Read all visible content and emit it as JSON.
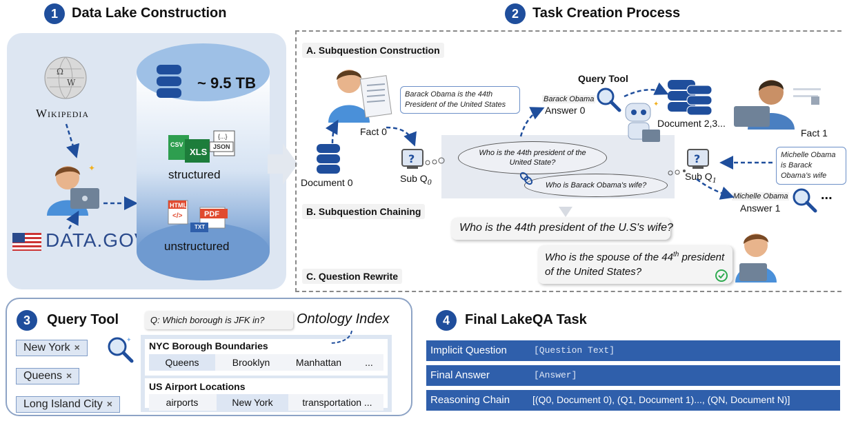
{
  "sections": {
    "s1": {
      "num": "1",
      "title": "Data Lake Construction"
    },
    "s2": {
      "num": "2",
      "title": "Task Creation Process"
    },
    "s3": {
      "num": "3",
      "title": "Query Tool"
    },
    "s4": {
      "num": "4",
      "title": "Final LakeQA Task"
    }
  },
  "data_lake": {
    "wikipedia": "Wikipedia",
    "datagov": "DATA.GOV",
    "size": "~ 9.5 TB",
    "structured": "structured",
    "unstructured": "unstructured",
    "file_types": [
      "CSV",
      "XLS",
      "{...}",
      "JSON",
      "HTML",
      "</>",
      "PDF",
      "TXT"
    ]
  },
  "task_creation": {
    "a_label": "A. Subquestion Construction",
    "b_label": "B. Subquestion Chaining",
    "c_label": "C. Question Rewrite",
    "fact0_bubble": "Barack Obama is the 44th President of the United States",
    "fact0": "Fact 0",
    "document0": "Document 0",
    "sub_q0": "Sub Q",
    "sub_q0_idx": "0",
    "query_tool": "Query Tool",
    "answer0_value": "Barack Obama",
    "answer0": "Answer 0",
    "document23": "Document 2,3...",
    "fact1": "Fact 1",
    "cloud1": "Who is the 44th president of the United State?",
    "cloud2": "Who is Barack Obama's wife?",
    "fact1_bubble": "Michelle Obama is Barack Obama's wife",
    "sub_q1": "Sub Q",
    "sub_q1_idx": "1",
    "answer1_value": "Michelle Obama",
    "answer1": "Answer 1",
    "ellipsis": "...",
    "chained_question": "Who is the 44th president of the U.S's wife?",
    "rewrite_pre": "Who is the spouse of the 44",
    "rewrite_sup": "th",
    "rewrite_post": " president",
    "rewrite_line2": "of the United States?"
  },
  "query_tool": {
    "query": "Q: Which borough is JFK in?",
    "ontology": "Ontology Index",
    "chips": [
      "New York",
      "Queens",
      "Long Island City"
    ],
    "chip_close": "×",
    "table1_title": "NYC Borough Boundaries",
    "table1_cells": [
      "Queens",
      "Brooklyn",
      "Manhattan",
      "..."
    ],
    "table2_title": "US Airport Locations",
    "table2_cells": [
      "airports",
      "New York",
      "transportation ..."
    ]
  },
  "final_task": {
    "rows": [
      {
        "key": "Implicit Question",
        "value": "[Question Text]"
      },
      {
        "key": "Final Answer",
        "value": "[Answer]"
      },
      {
        "key": "Reasoning Chain",
        "value": "[(Q0, Document 0), (Q1, Document 1)..., (QN, Document N)]"
      }
    ]
  },
  "colors": {
    "accent": "#1f4e9c",
    "final_bg": "#2f5fab",
    "cylinder": "#4a82c3",
    "chip_bg": "#dde6f3"
  }
}
